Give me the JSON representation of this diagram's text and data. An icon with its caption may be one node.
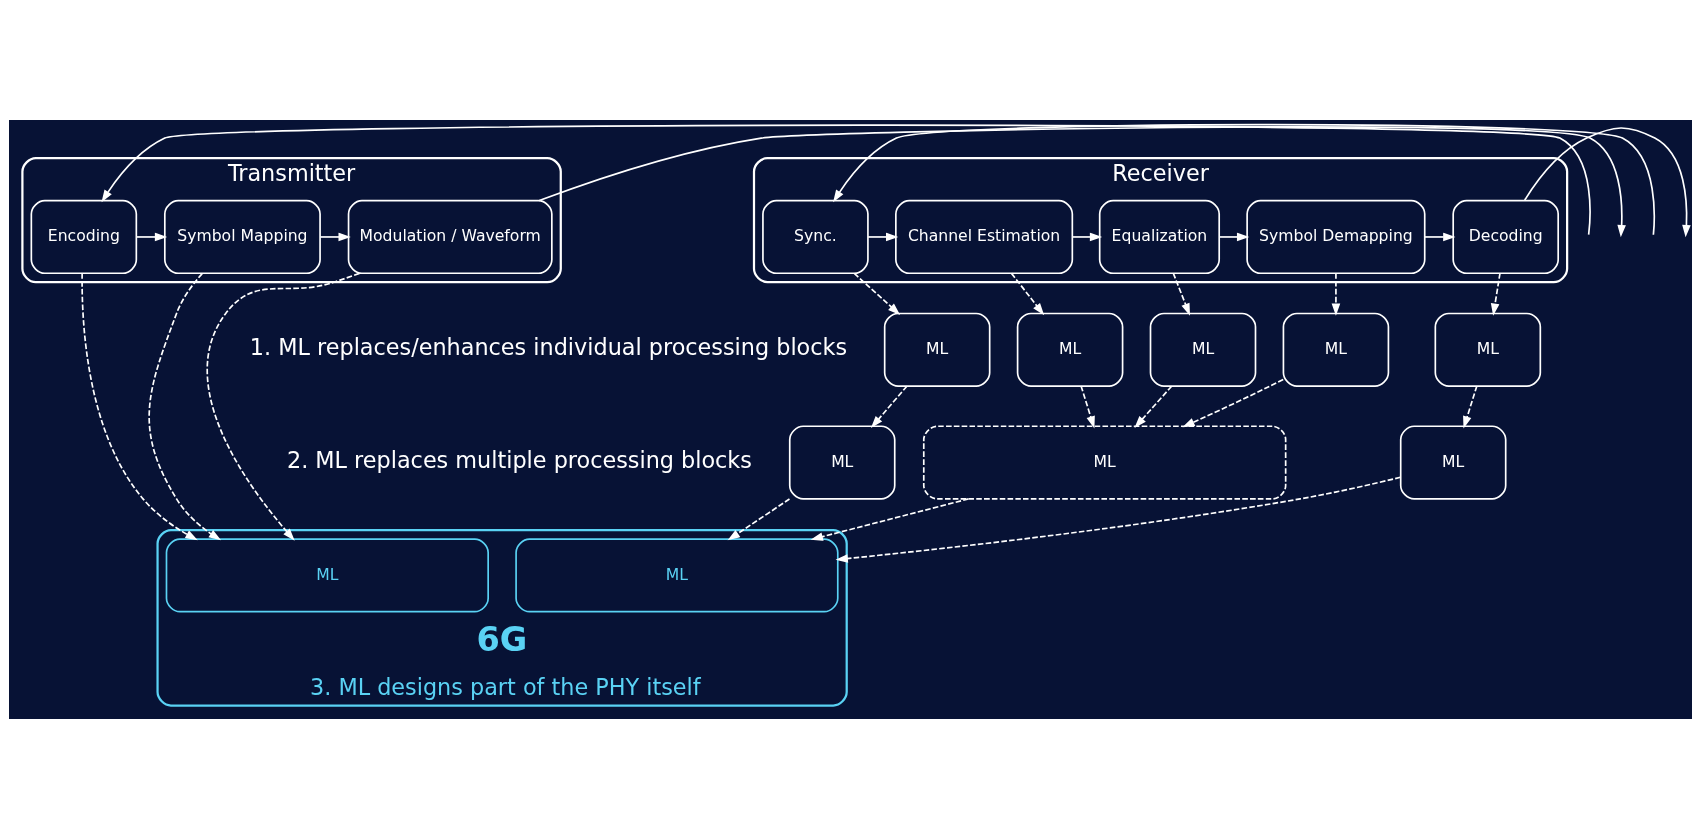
{
  "diagram": {
    "nodes": [
      {
        "text": [
          "Transmitter"
        ]
      },
      {
        "text": [
          "Encoding"
        ],
        "in": 0
      },
      {
        "text": [
          "Symbol Mapping"
        ],
        "in": 0
      },
      {
        "text": [
          "Modulation / Waveform"
        ],
        "in": 0
      },
      {
        "text": [
          "Receiver"
        ]
      },
      {
        "text": [
          "Sync."
        ],
        "in": 4
      },
      {
        "text": [
          "Channel Estimation"
        ],
        "in": 4
      },
      {
        "text": [
          "Equalization"
        ],
        "in": 4
      },
      {
        "text": [
          "Symbol Demapping"
        ],
        "in": 4
      },
      {
        "text": [
          "Decoding"
        ],
        "in": 4
      },
      {
        "text": [
          "ML"
        ]
      },
      {
        "text": [
          "ML"
        ]
      },
      {
        "text": [
          "ML"
        ]
      },
      {
        "text": [
          "ML"
        ]
      },
      {
        "text": [
          "ML"
        ]
      },
      {
        "text": [
          "ML"
        ]
      },
      {
        "text": [
          "ML"
        ]
      },
      {
        "text": [
          "ML"
        ]
      },
      {
        "text": [
          "6G",
          "3. ML designs part of the PHY itself"
        ]
      },
      {
        "text": [
          "ML"
        ],
        "in": 18
      },
      {
        "text": [
          "ML"
        ],
        "in": 18
      }
    ],
    "edges": [
      {
        "from": null,
        "to": 1,
        "arrow": "to"
      },
      {
        "from": 1,
        "to": 2,
        "arrow": "to"
      },
      {
        "from": 2,
        "to": 3,
        "arrow": "to"
      },
      {
        "from": 3,
        "to": null,
        "arrow": "to"
      },
      {
        "from": null,
        "to": 5,
        "arrow": "to"
      },
      {
        "from": 5,
        "to": 6,
        "arrow": "to"
      },
      {
        "from": 6,
        "to": 7,
        "arrow": "to"
      },
      {
        "from": 7,
        "to": 8,
        "arrow": "to"
      },
      {
        "from": 8,
        "to": 9,
        "arrow": "to"
      },
      {
        "from": 9,
        "to": null,
        "arrow": "to"
      },
      {
        "from": 1,
        "to": 19,
        "arrow": "to",
        "style": "dashed"
      },
      {
        "from": 2,
        "to": 19,
        "arrow": "to",
        "style": "dashed"
      },
      {
        "from": 3,
        "to": 19,
        "arrow": "to",
        "style": "dashed"
      },
      {
        "from": 5,
        "to": 10,
        "arrow": "to",
        "style": "dashed"
      },
      {
        "from": 6,
        "to": 11,
        "arrow": "to",
        "style": "dashed"
      },
      {
        "from": 7,
        "to": 12,
        "arrow": "to",
        "style": "dashed"
      },
      {
        "from": 8,
        "to": 13,
        "arrow": "to",
        "style": "dashed"
      },
      {
        "from": 9,
        "to": 14,
        "arrow": "to",
        "style": "dashed"
      },
      {
        "from": 10,
        "to": 15,
        "arrow": "to",
        "style": "dashed"
      },
      {
        "from": 11,
        "to": 16,
        "arrow": "to",
        "style": "dashed"
      },
      {
        "from": 12,
        "to": 16,
        "arrow": "to",
        "style": "dashed"
      },
      {
        "from": 13,
        "to": 16,
        "arrow": "to",
        "style": "dashed"
      },
      {
        "from": 14,
        "to": 17,
        "arrow": "to",
        "style": "dashed"
      },
      {
        "from": 15,
        "to": 20,
        "arrow": "to",
        "style": "dashed"
      },
      {
        "from": 16,
        "to": 20,
        "arrow": "to",
        "style": "dashed"
      },
      {
        "from": 17,
        "to": 20,
        "arrow": "to",
        "style": "dashed"
      }
    ],
    "labels": [
      "1. ML replaces/enhances individual processing blocks",
      "2. ML replaces multiple processing blocks"
    ]
  }
}
